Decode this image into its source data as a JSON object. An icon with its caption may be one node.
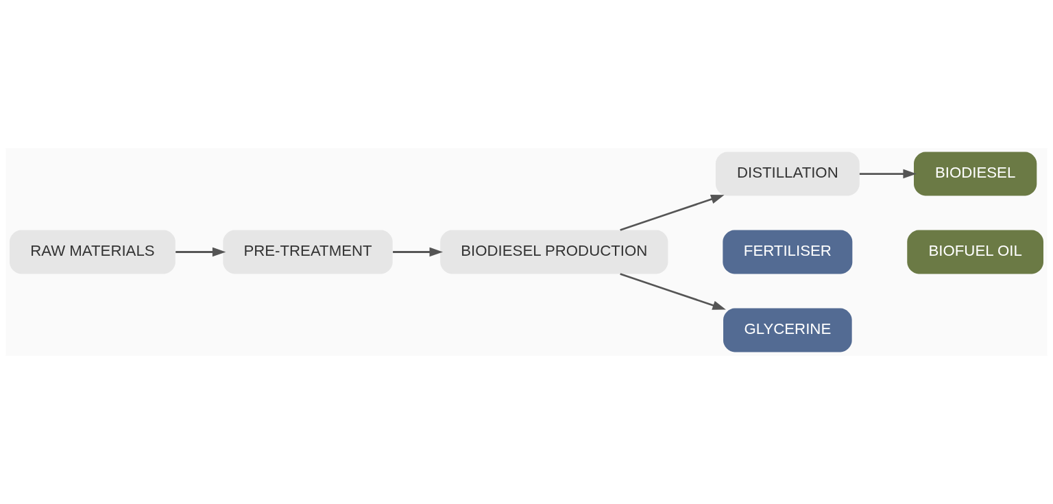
{
  "diagram": {
    "nodes": [
      {
        "text": [
          "RAW MATERIALS"
        ]
      },
      {
        "text": [
          "PRE-TREATMENT"
        ]
      },
      {
        "text": [
          "BIODIESEL PRODUCTION"
        ]
      },
      {
        "text": [
          "FERTILISER"
        ]
      },
      {
        "text": [
          "GLYCERINE"
        ]
      },
      {
        "text": [
          "DISTILLATION"
        ]
      },
      {
        "text": [
          "BIODIESEL"
        ]
      },
      {
        "text": [
          "BIOFUEL OIL"
        ]
      }
    ],
    "edges": [
      {
        "from": 0,
        "to": 1,
        "arrow": "to"
      },
      {
        "from": 1,
        "to": 2,
        "arrow": "to"
      },
      {
        "from": 2,
        "to": 4,
        "arrow": "to"
      },
      {
        "from": 2,
        "to": 5,
        "arrow": "to"
      },
      {
        "from": 5,
        "to": 6,
        "arrow": "to"
      }
    ]
  }
}
